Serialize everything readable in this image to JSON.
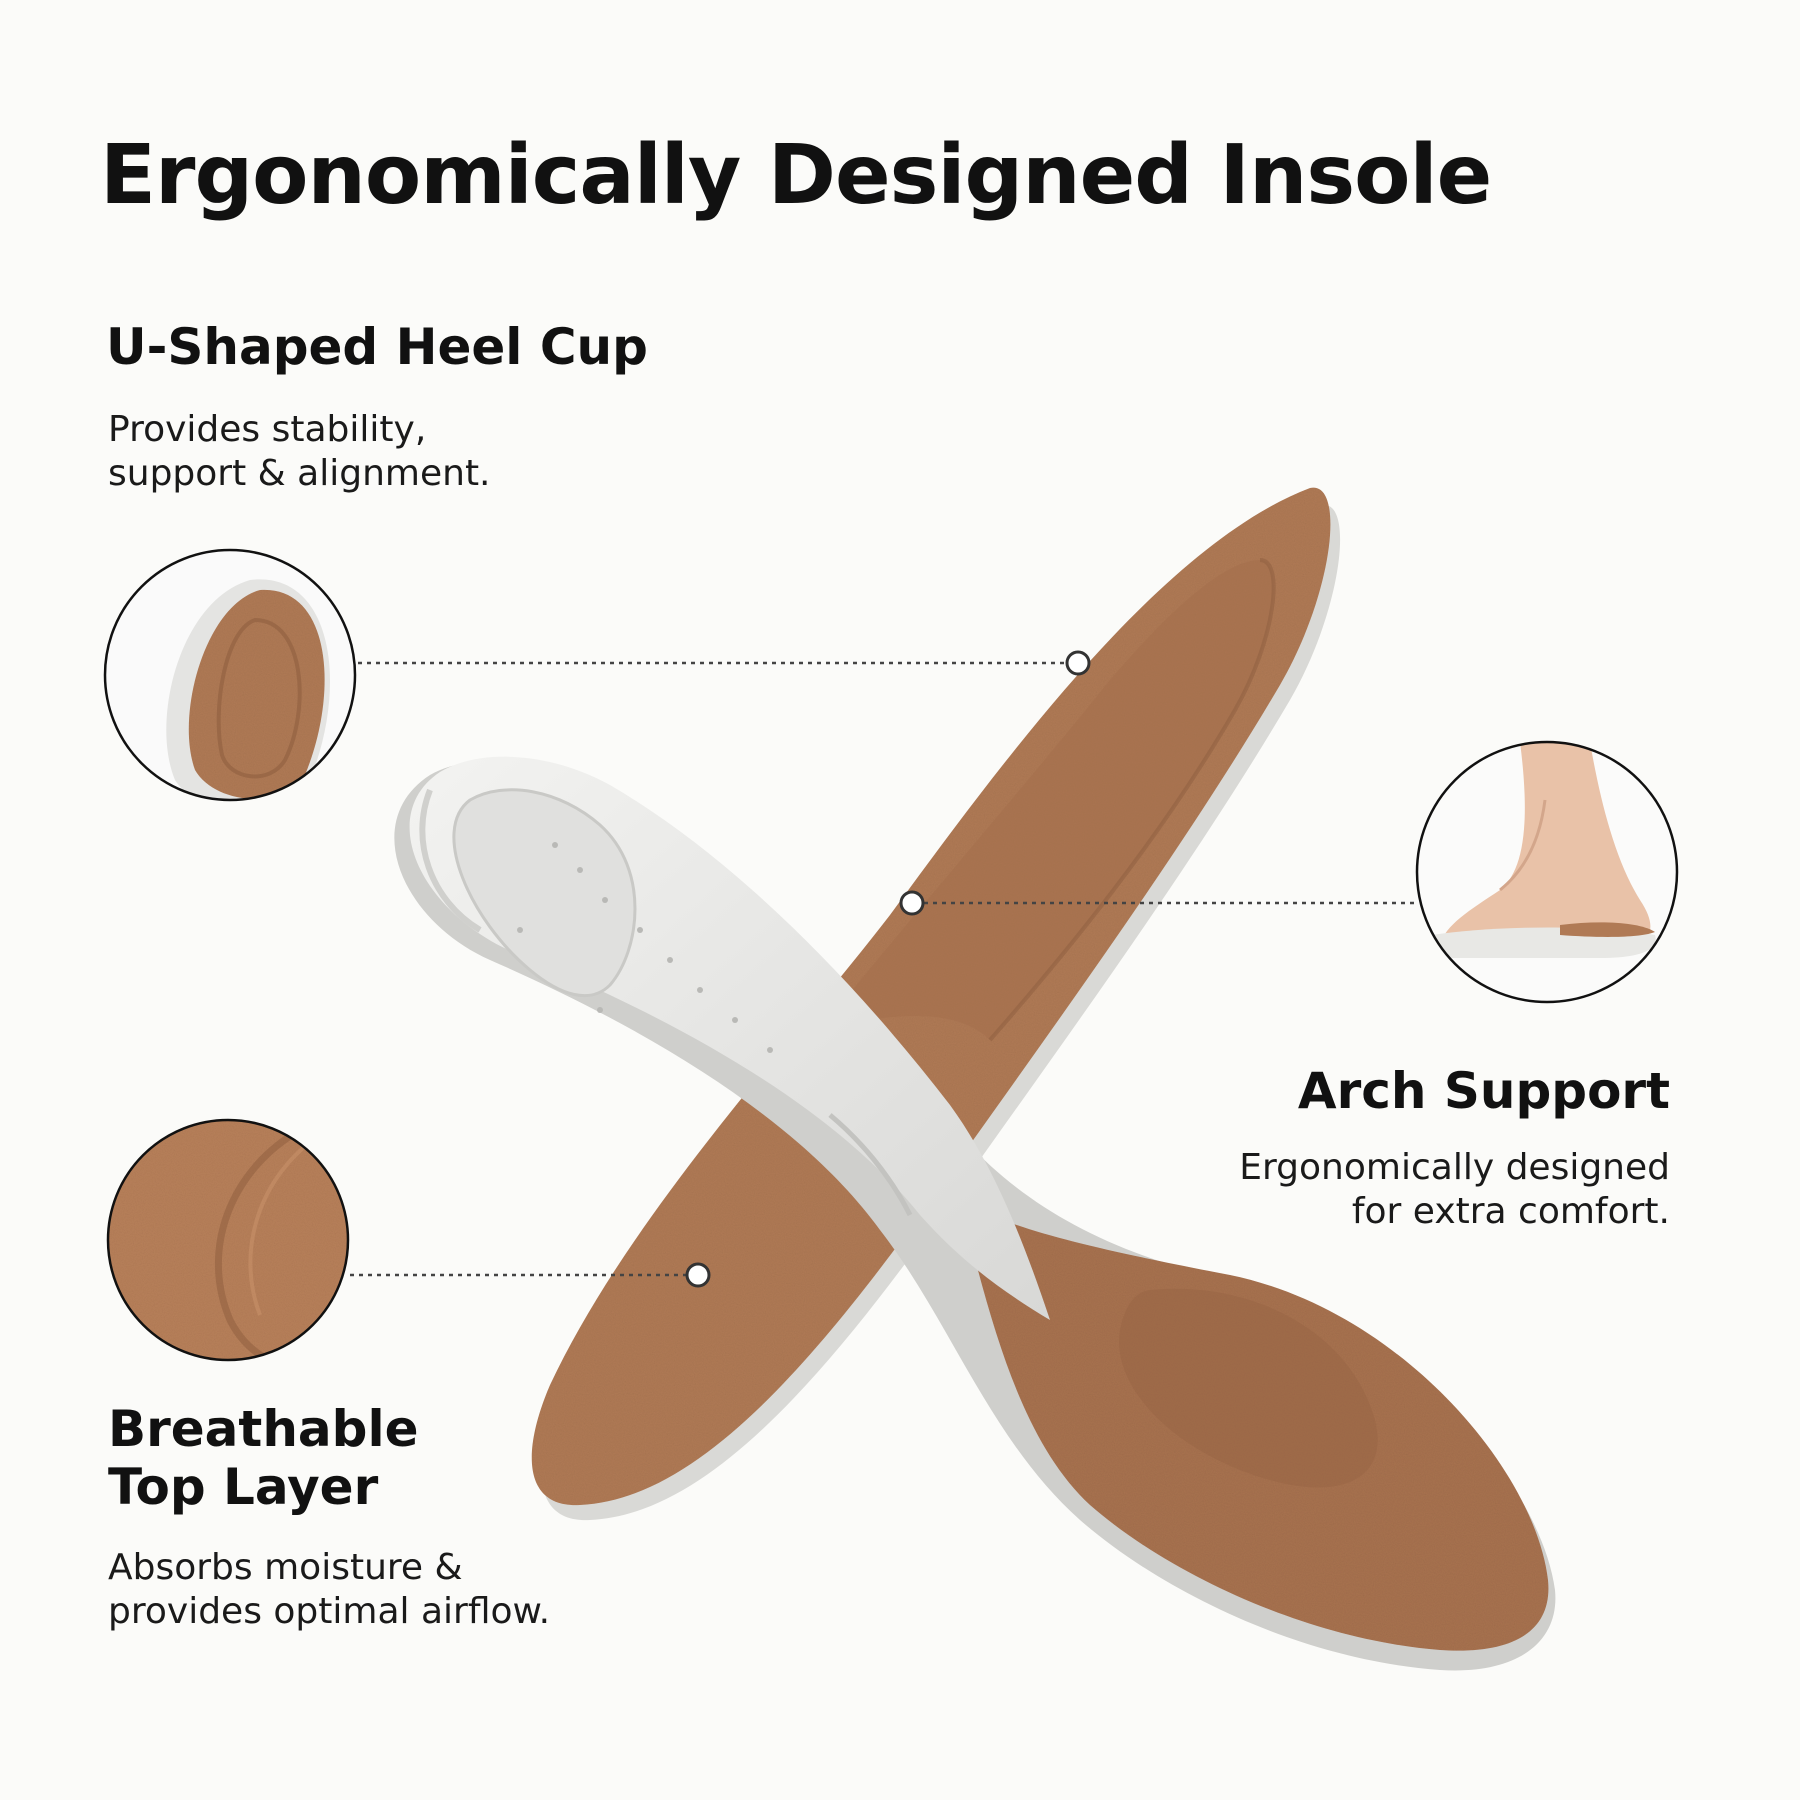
{
  "title": "Ergonomically Designed Insole",
  "features": {
    "heel_cup": {
      "title": "U-Shaped Heel Cup",
      "desc_lines": [
        "Provides stability,",
        "support & alignment."
      ]
    },
    "arch_support": {
      "title": "Arch Support",
      "desc_lines": [
        "Ergonomically designed",
        "for extra comfort."
      ]
    },
    "top_layer": {
      "title_lines": [
        "Breathable",
        "Top Layer"
      ],
      "desc_lines": [
        "Absorbs moisture &",
        "provides optimal airflow."
      ]
    }
  },
  "colors": {
    "background": "#fbfbf9",
    "suede": "#b07a55",
    "suede_dark": "#9c6a48",
    "foam": "#e9e9e7",
    "text": "#111111"
  },
  "icons": [
    "heel-cup-detail-image",
    "arch-foot-detail-image",
    "suede-texture-detail-image"
  ]
}
